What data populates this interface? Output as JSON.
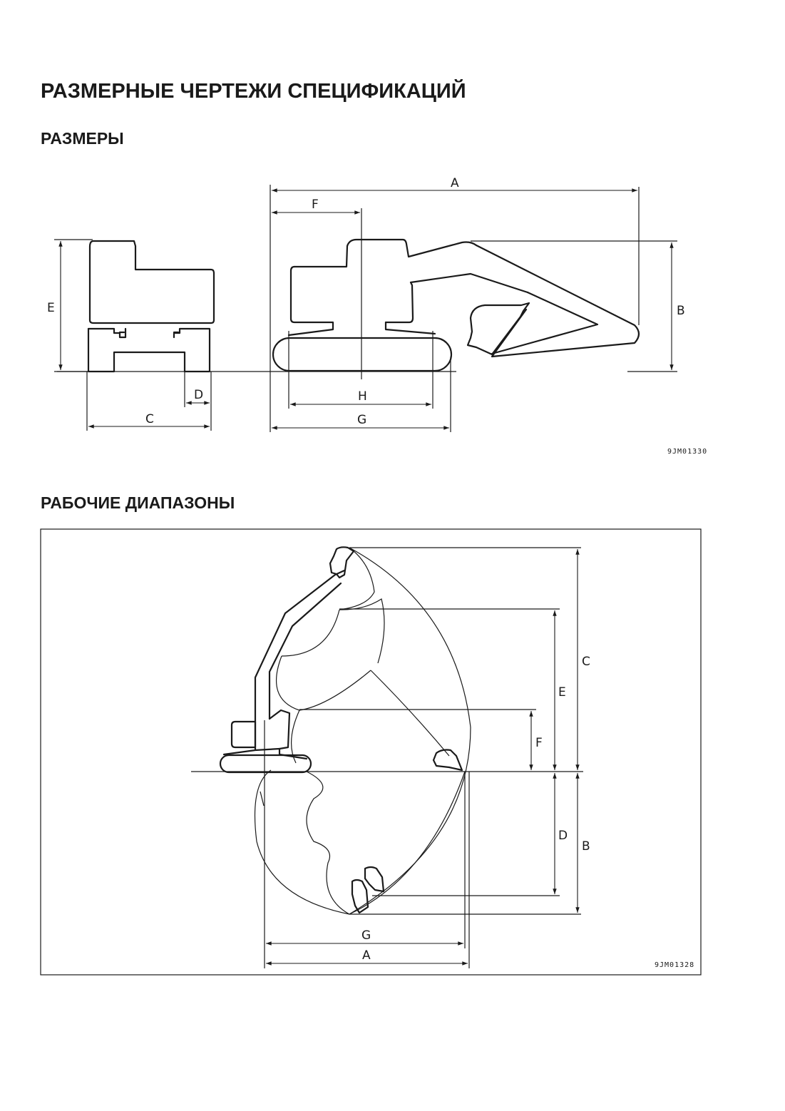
{
  "page": {
    "title": "РАЗМЕРНЫЕ ЧЕРТЕЖИ СПЕЦИФИКАЦИЙ",
    "sections": [
      {
        "title": "РАЗМЕРЫ"
      },
      {
        "title": "РАБОЧИЕ ДИАПАЗОНЫ"
      }
    ]
  },
  "dimensions_figure": {
    "code": "9JM01330",
    "labels": {
      "a": "A",
      "b": "B",
      "c": "C",
      "d": "D",
      "e": "E",
      "f": "F",
      "g": "G",
      "h": "H"
    }
  },
  "ranges_figure": {
    "code": "9JM01328",
    "labels": {
      "a": "A",
      "b": "B",
      "c": "C",
      "d": "D",
      "e": "E",
      "f": "F",
      "g": "G"
    }
  }
}
